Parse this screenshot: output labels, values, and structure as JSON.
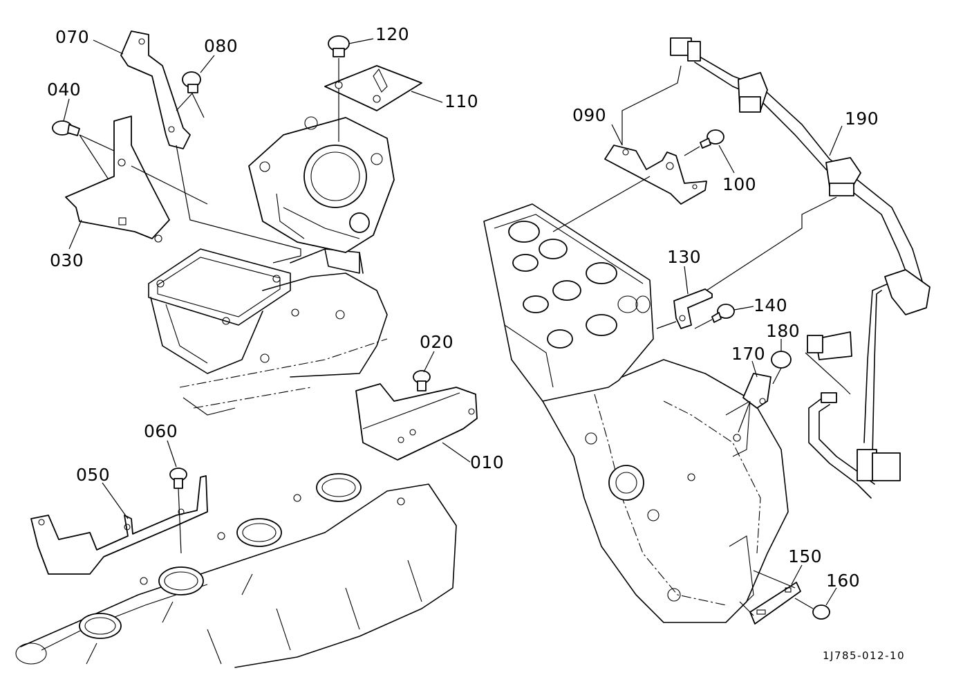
{
  "labels": {
    "p010": "010",
    "p020": "020",
    "p030": "030",
    "p040": "040",
    "p050": "050",
    "p060": "060",
    "p070": "070",
    "p080": "080",
    "p090": "090",
    "p100": "100",
    "p110": "110",
    "p120": "120",
    "p130": "130",
    "p140": "140",
    "p150": "150",
    "p160": "160",
    "p170": "170",
    "p180": "180",
    "p190": "190"
  },
  "drawing_reference": "1J785-012-10"
}
